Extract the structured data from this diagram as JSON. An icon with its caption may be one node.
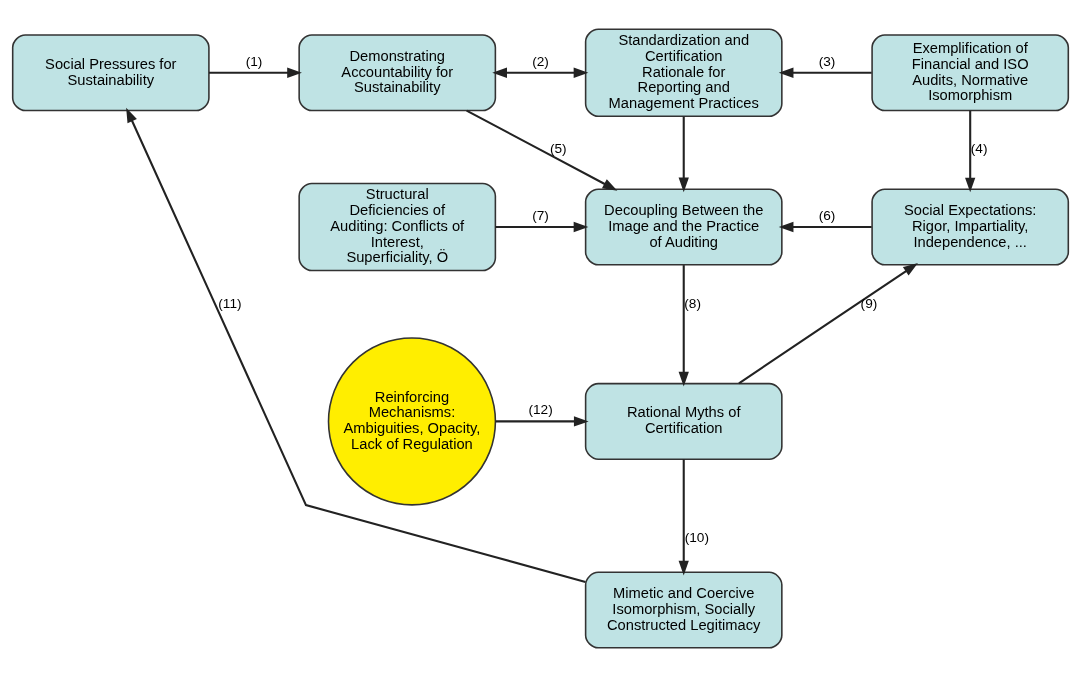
{
  "diagram": {
    "nodes": [
      {
        "text": [
          "Social Pressures for Sustainability"
        ]
      },
      {
        "text": [
          "Demonstrating Accountability for Sustainability"
        ]
      },
      {
        "text": [
          "Standardization and Certification Rationale for Reporting and Management Practices"
        ]
      },
      {
        "text": [
          "Exemplification of Financial and ISO Audits, Normative Isomorphism"
        ]
      },
      {
        "text": [
          "Structural Deficiencies of Auditing: Conflicts of Interest, Superficiality, Ö"
        ]
      },
      {
        "text": [
          "Decoupling Between the Image and the Practice of Auditing"
        ]
      },
      {
        "text": [
          "Social Expectations: Rigor, Impartiality, Independence, ..."
        ]
      },
      {
        "text": [
          "Reinforcing Mechanisms: Ambiguities, Opacity, Lack of Regulation"
        ]
      },
      {
        "text": [
          "Rational Myths of Certification"
        ]
      },
      {
        "text": [
          "Mimetic and Coercive Isomorphism, Socially Constructed Legitimacy"
        ]
      }
    ],
    "edges": [
      {
        "from": 0,
        "to": 1,
        "arrow": "to",
        "label": "(1)"
      },
      {
        "from": 1,
        "to": 2,
        "arrow": "both",
        "label": "(2)"
      },
      {
        "from": 3,
        "to": 2,
        "arrow": "to",
        "label": "(3)"
      },
      {
        "from": 1,
        "to": 5,
        "arrow": "to",
        "label": "(5)"
      },
      {
        "from": 2,
        "to": 5,
        "arrow": "to"
      },
      {
        "from": 3,
        "to": 6,
        "arrow": "to",
        "label": "(4)"
      },
      {
        "from": 4,
        "to": 5,
        "arrow": "to",
        "label": "(7)"
      },
      {
        "from": 6,
        "to": 5,
        "arrow": "to",
        "label": "(6)"
      },
      {
        "from": 5,
        "to": 8,
        "arrow": "to",
        "label": "(8)"
      },
      {
        "from": 7,
        "to": 8,
        "arrow": "to",
        "label": "(12)"
      },
      {
        "from": 8,
        "to": 6,
        "arrow": "to",
        "label": "(9)"
      },
      {
        "from": 8,
        "to": 9,
        "arrow": "to",
        "label": "(10)"
      },
      {
        "from": 9,
        "to": 0,
        "arrow": "to",
        "label": "(11)"
      }
    ]
  }
}
